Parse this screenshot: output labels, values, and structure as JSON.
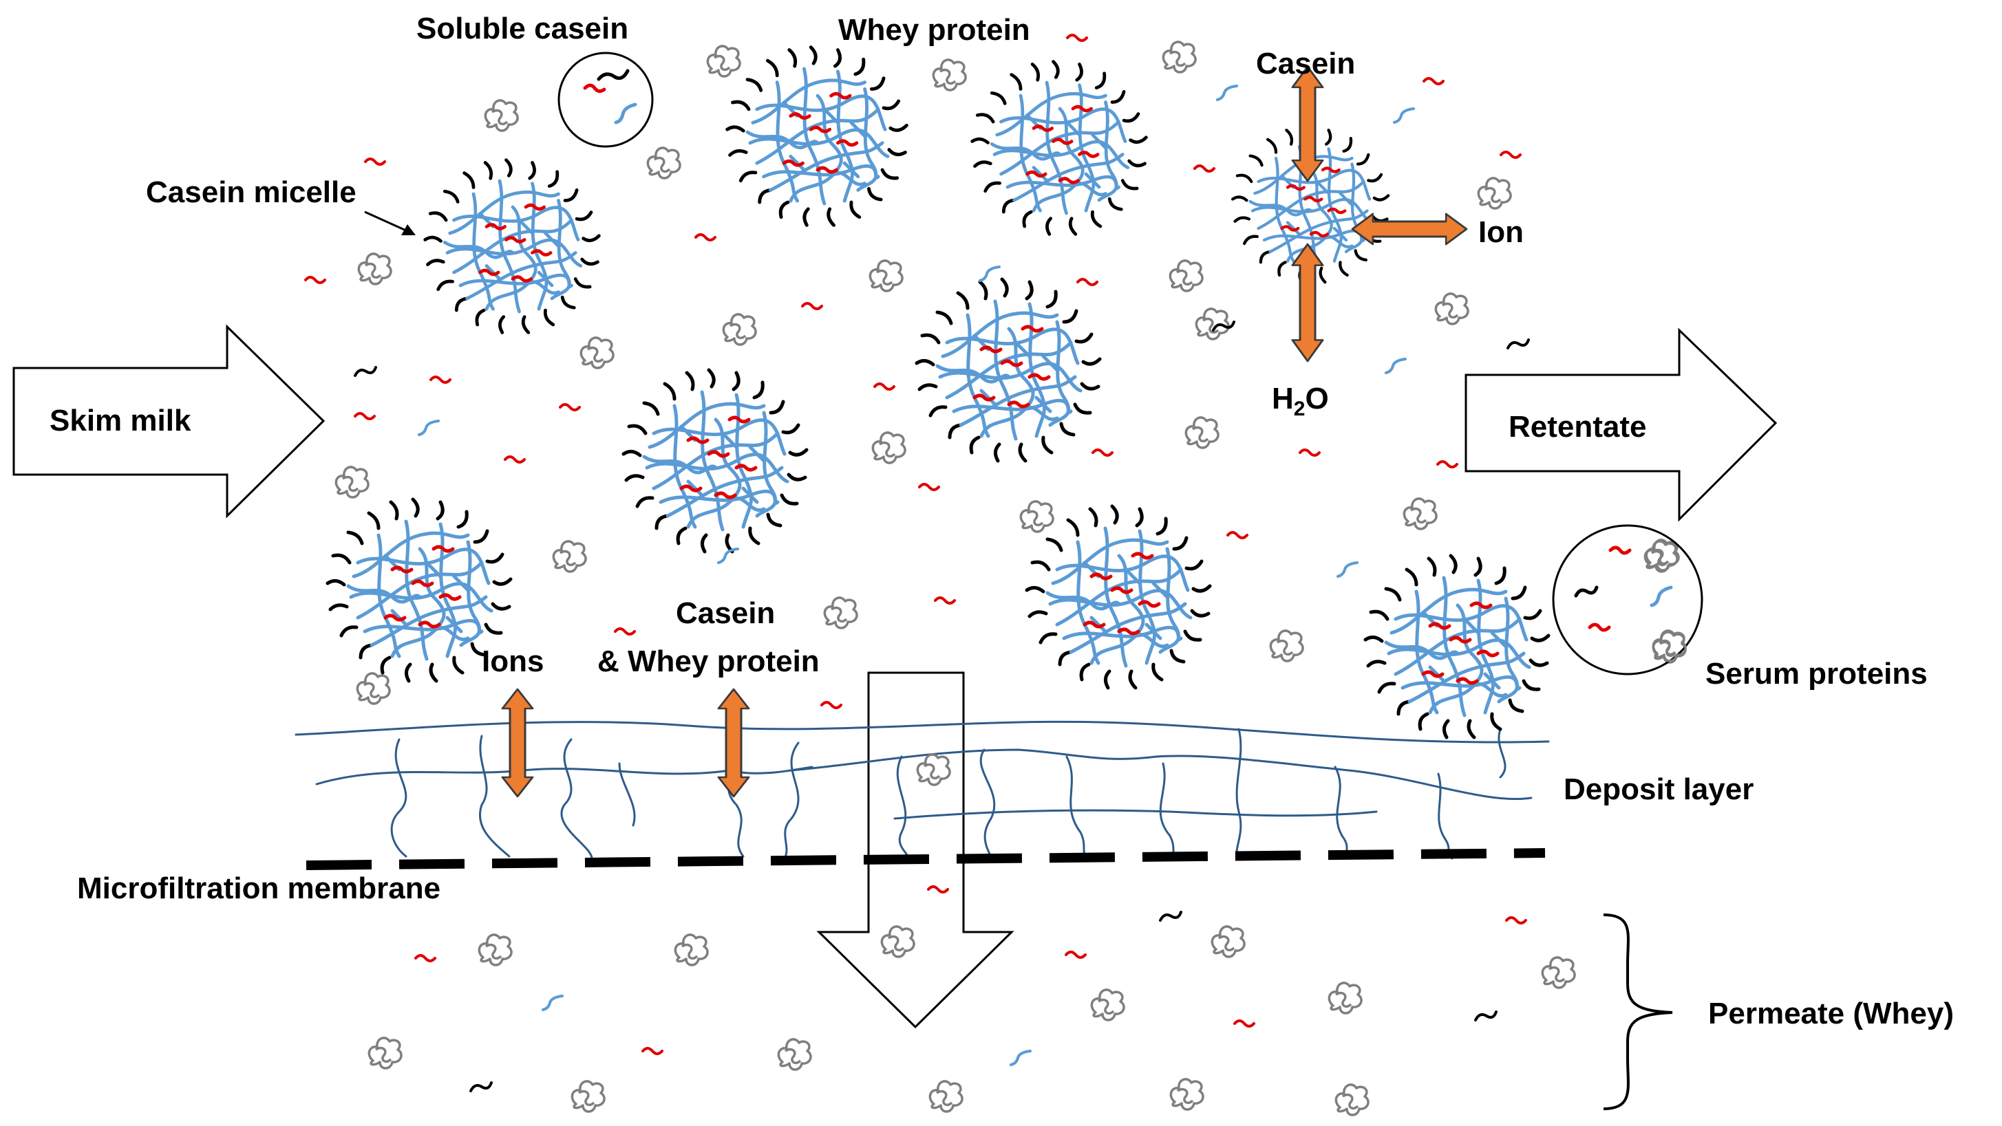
{
  "labels": {
    "soluble_casein": "Soluble casein",
    "whey_protein": "Whey protein",
    "casein_top": "Casein",
    "ion": "Ion",
    "h2o_main": "H",
    "h2o_sub": "2",
    "h2o_tail": "O",
    "casein_micelle": "Casein micelle",
    "skim_milk": "Skim milk",
    "retentate": "Retentate",
    "ions": "Ions",
    "casein_whey_line1": "Casein",
    "casein_whey_line2": "& Whey protein",
    "serum_proteins": "Serum proteins",
    "deposit_layer": "Deposit layer",
    "microfiltration_membrane": "Microfiltration membrane",
    "permeate": "Permeate (Whey)"
  },
  "colors": {
    "micelle_network": "#5b9bd5",
    "hairy_layer": "#000000",
    "casein_red": "#e00000",
    "whey_protein_icon": "#7f7f7f",
    "arrow_fill": "#ed7d31",
    "arrow_stroke": "#3a3a3a",
    "deposit_line": "#2e5c8a",
    "membrane": "#000000"
  },
  "icons": [
    "flow-arrow-icon",
    "micelle-icon",
    "whey-protein-icon",
    "double-arrow-icon",
    "brace-icon"
  ]
}
